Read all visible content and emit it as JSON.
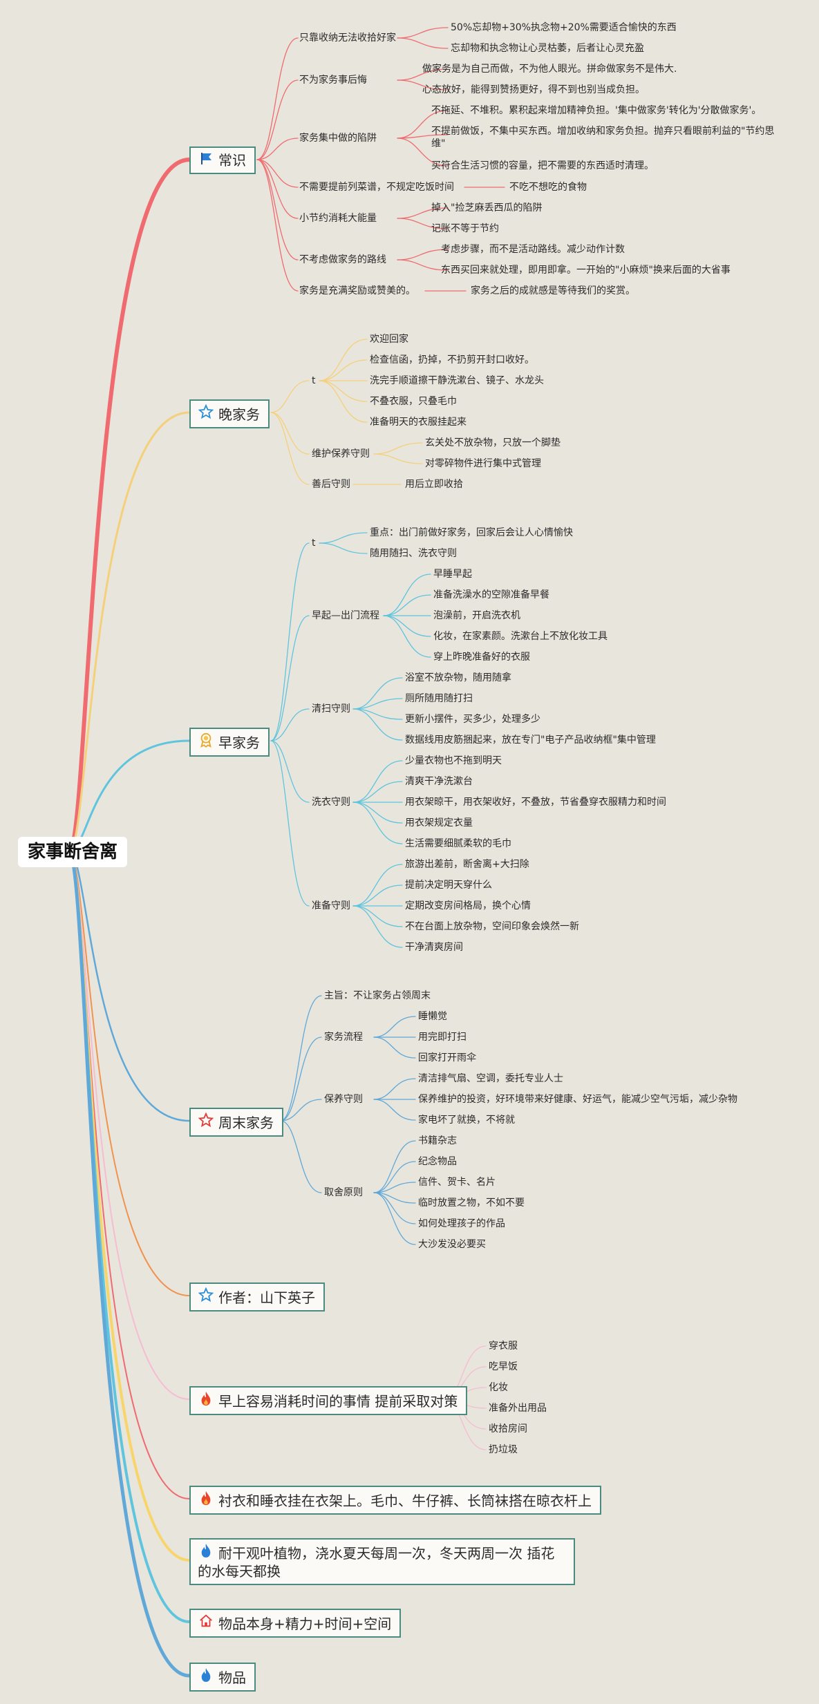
{
  "root": "家事断舍离",
  "branches": {
    "changshi": {
      "label": "常识",
      "icon": "flag-icon",
      "color": "#ef6b6f",
      "sub": {
        "s1": {
          "label": "只靠收纳无法收拾好家",
          "items": [
            "50%忘却物+30%执念物+20%需要适合愉快的东西",
            "忘却物和执念物让心灵枯萎，后者让心灵充盈"
          ]
        },
        "s2": {
          "label": "不为家务事后悔",
          "items": [
            "做家务是为自己而做，不为他人眼光。拼命做家务不是伟大.",
            "心态放好，能得到赞扬更好，得不到也别当成负担。"
          ]
        },
        "s3": {
          "label": "家务集中做的陷阱",
          "items": [
            "不拖延、不堆积。累积起来增加精神负担。'集中做家务'转化为'分散做家务'。",
            "不提前做饭，不集中买东西。增加收纳和家务负担。抛弃只看眼前利益的\"节约思维\"",
            "买符合生活习惯的容量，把不需要的东西适时清理。"
          ]
        },
        "s4": {
          "label": "不需要提前列菜谱，不规定吃饭时间",
          "items": [
            "不吃不想吃的食物"
          ]
        },
        "s5": {
          "label": "小节约消耗大能量",
          "items": [
            "掉入\"捡芝麻丢西瓜的陷阱",
            "记账不等于节约"
          ]
        },
        "s6": {
          "label": "不考虑做家务的路线",
          "items": [
            "考虑步骤，而不是活动路线。减少动作计数",
            "东西买回来就处理，即用即拿。一开始的\"小麻烦\"换来后面的大省事"
          ]
        },
        "s7": {
          "label": "家务是充满奖励或赞美的。",
          "items": [
            "家务之后的成就感是等待我们的奖赏。"
          ]
        }
      }
    },
    "wan": {
      "label": "晚家务",
      "icon": "star-outline-icon",
      "color": "#f5d07a",
      "sub": {
        "s1": {
          "label": "t",
          "items": [
            "欢迎回家",
            "检查信函，扔掉，不扔剪开封口收好。",
            "洗完手顺道擦干静洗漱台、镜子、水龙头",
            "不叠衣服，只叠毛巾",
            "准备明天的衣服挂起来"
          ]
        },
        "s2": {
          "label": "维护保养守则",
          "items": [
            "玄关处不放杂物，只放一个脚垫",
            "对零碎物件进行集中式管理"
          ]
        },
        "s3": {
          "label": "善后守则",
          "items": [
            "用后立即收拾"
          ]
        }
      }
    },
    "zao": {
      "label": "早家务",
      "icon": "medal-icon",
      "color": "#5fc4dd",
      "sub": {
        "s1": {
          "label": "t",
          "items": [
            "重点：出门前做好家务，回家后会让人心情愉快",
            "随用随扫、洗衣守则"
          ]
        },
        "s2": {
          "label": "早起—出门流程",
          "items": [
            "早睡早起",
            "准备洗澡水的空隙准备早餐",
            "泡澡前，开启洗衣机",
            "化妆，在家素颜。洗漱台上不放化妆工具",
            "穿上昨晚准备好的衣服"
          ]
        },
        "s3": {
          "label": "清扫守则",
          "items": [
            "浴室不放杂物，随用随拿",
            "厕所随用随打扫",
            "更新小摆件，买多少，处理多少",
            "数据线用皮筋捆起来，放在专门\"电子产品收纳框\"集中管理"
          ]
        },
        "s4": {
          "label": "洗衣守则",
          "items": [
            "少量衣物也不拖到明天",
            "清爽干净洗漱台",
            "用衣架晾干，用衣架收好，不叠放，节省叠穿衣服精力和时间",
            "用衣架规定衣量",
            "生活需要细腻柔软的毛巾"
          ]
        },
        "s5": {
          "label": "准备守则",
          "items": [
            "旅游出差前，断舍离+大扫除",
            "提前决定明天穿什么",
            "定期改变房间格局，换个心情",
            "不在台面上放杂物，空间印象会焕然一新",
            "干净清爽房间"
          ]
        }
      }
    },
    "zhoumo": {
      "label": "周末家务",
      "icon": "star-red-icon",
      "color": "#5fa8d8",
      "sub": {
        "s1": {
          "label": "主旨：不让家务占领周末",
          "items": []
        },
        "s2": {
          "label": "家务流程",
          "items": [
            "睡懒觉",
            "用完即打扫",
            "回家打开雨伞"
          ]
        },
        "s3": {
          "label": "保养守则",
          "items": [
            "清洁排气扇、空调，委托专业人士",
            "保养维护的投资，好环境带来好健康、好运气，能减少空气污垢，减少杂物",
            "家电坏了就换，不将就"
          ]
        },
        "s4": {
          "label": "取舍原则",
          "items": [
            "书籍杂志",
            "纪念物品",
            "信件、贺卡、名片",
            "临时放置之物，不如不要",
            "如何处理孩子的作品",
            "大沙发没必要买"
          ]
        }
      }
    },
    "author": {
      "label": "作者：山下英子",
      "icon": "star-outline-icon",
      "color": "#f0934f"
    },
    "morning": {
      "label": "早上容易消耗时间的事情 提前采取对策",
      "icon": "fire-icon",
      "color": "#f6bcd2",
      "items": [
        "穿衣服",
        "吃早饭",
        "化妆",
        "准备外出用品",
        "收拾房间",
        "扔垃圾"
      ]
    },
    "shirt": {
      "label": "衬衣和睡衣挂在衣架上。毛巾、牛仔裤、长筒袜搭在晾衣杆上",
      "icon": "fire-icon",
      "color": "#ef6b6f"
    },
    "plant": {
      "label": "耐干观叶植物，浇水夏天每周一次，冬天两周一次 插花的水每天都换",
      "icon": "drop-icon",
      "color": "#f8d56a"
    },
    "items": {
      "label": "物品本身+精力+时间+空间",
      "icon": "house-icon",
      "color": "#5fc4dd"
    },
    "wupin": {
      "label": "物品",
      "icon": "drop-icon",
      "color": "#5fa8d8"
    }
  }
}
